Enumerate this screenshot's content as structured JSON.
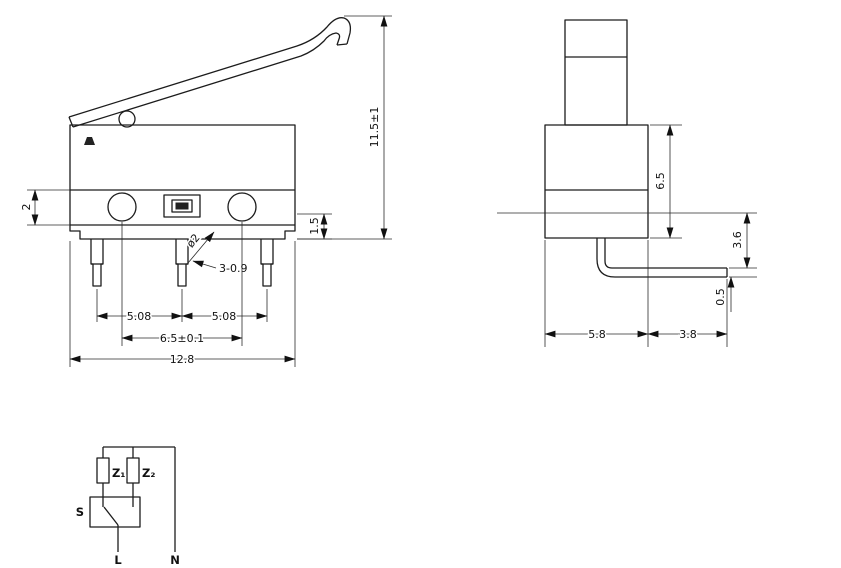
{
  "front_view": {
    "dim_left_step": "2",
    "dim_base_step": "1.5",
    "dim_overall_height": "11.5±1",
    "dim_hole_dia": "ø2",
    "dim_pin_spec": "3-0.9",
    "dim_pitch_left": "5.08",
    "dim_pitch_right": "5.08",
    "dim_hole_span": "6.5±0.1",
    "dim_overall_width": "12.8"
  },
  "side_view": {
    "dim_body_height": "6.5",
    "dim_terminal_drop": "3.6",
    "dim_terminal_thickness": "0.5",
    "dim_body_depth": "5.8",
    "dim_terminal_reach": "3.8"
  },
  "circuit": {
    "z1": "Z₁",
    "z2": "Z₂",
    "s": "S",
    "l": "L",
    "n": "N"
  }
}
